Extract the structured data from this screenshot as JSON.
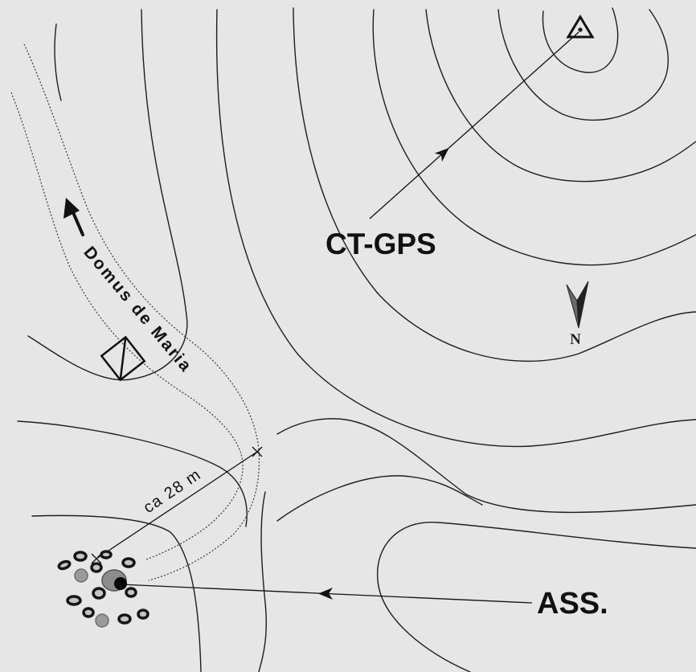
{
  "map": {
    "labels": {
      "road_name": "Domus de Maria",
      "gps_point": "CT-GPS",
      "ass_point": "ASS.",
      "distance": "ca 28 m",
      "north": "N"
    },
    "icons": {
      "survey_point": "triangle-survey-marker-icon",
      "north_arrow": "north-arrow-icon",
      "structure": "square-structure-icon",
      "direction": "direction-arrow-icon",
      "site": "stone-cluster-icon"
    },
    "colors": {
      "background": "#e6e6e6",
      "ink": "#111111",
      "stone_fill": "#9a9a9a"
    }
  }
}
